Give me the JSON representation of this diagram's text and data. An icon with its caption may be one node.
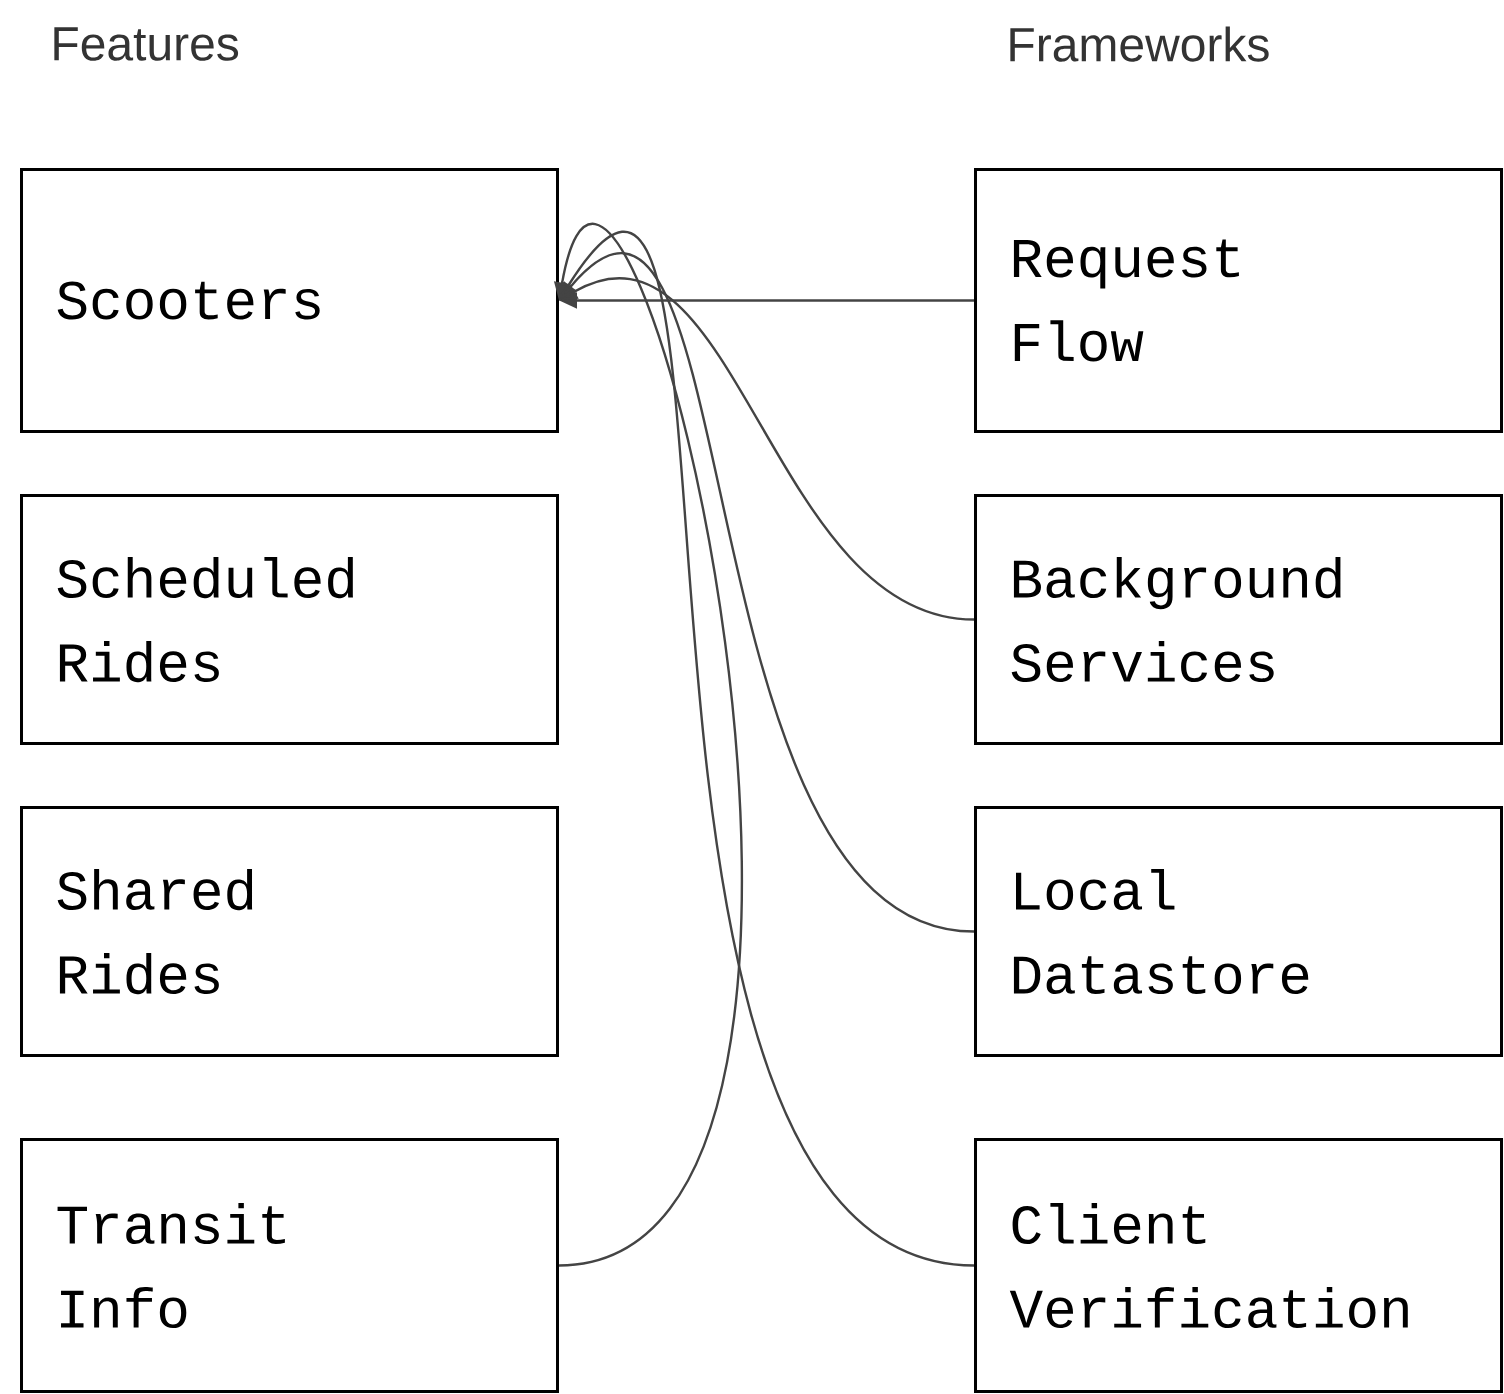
{
  "diagram": {
    "nodes": [
      {
        "text": [
          "Scooters"
        ]
      },
      {
        "text": [
          "Scheduled Rides"
        ]
      },
      {
        "text": [
          "Shared Rides"
        ]
      },
      {
        "text": [
          "Transit Info"
        ]
      },
      {
        "text": [
          "Request Flow"
        ]
      },
      {
        "text": [
          "Background Services"
        ]
      },
      {
        "text": [
          "Local Datastore"
        ]
      },
      {
        "text": [
          "Client Verification"
        ]
      }
    ],
    "edges": [
      {
        "from": 4,
        "to": 0,
        "arrow": "to"
      },
      {
        "from": 5,
        "to": 0,
        "arrow": "to"
      },
      {
        "from": 6,
        "to": 0,
        "arrow": "to"
      },
      {
        "from": 7,
        "to": 0,
        "arrow": "to"
      },
      {
        "from": 3,
        "to": 0,
        "arrow": "to"
      }
    ],
    "labels": [
      "Features",
      "Frameworks"
    ]
  }
}
